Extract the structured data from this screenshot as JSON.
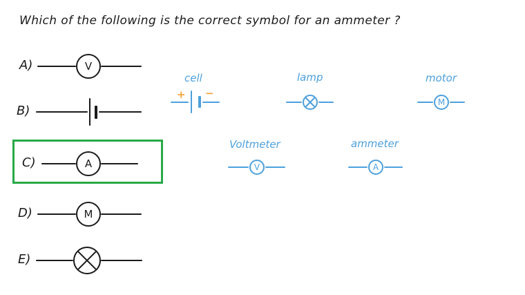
{
  "question": "Which of the following is the correct symbol for an ammeter ?",
  "options": [
    {
      "label": "A)",
      "symbol": "voltmeter",
      "letter": "V"
    },
    {
      "label": "B)",
      "symbol": "cell",
      "letter": ""
    },
    {
      "label": "C)",
      "symbol": "ammeter",
      "letter": "A",
      "highlighted": true
    },
    {
      "label": "D)",
      "symbol": "motor",
      "letter": "M"
    },
    {
      "label": "E)",
      "symbol": "lamp",
      "letter": ""
    }
  ],
  "legend": {
    "cell": {
      "label": "cell",
      "plus": "+",
      "minus": "−"
    },
    "lamp": {
      "label": "lamp"
    },
    "motor": {
      "label": "motor",
      "letter": "M"
    },
    "voltmeter": {
      "label": "Voltmeter",
      "letter": "V"
    },
    "ammeter": {
      "label": "ammeter",
      "letter": "A"
    }
  },
  "colors": {
    "ink": "#1a1a1a",
    "blue": "#4da0dc",
    "orange": "#f2a33c",
    "green": "#27a948"
  }
}
